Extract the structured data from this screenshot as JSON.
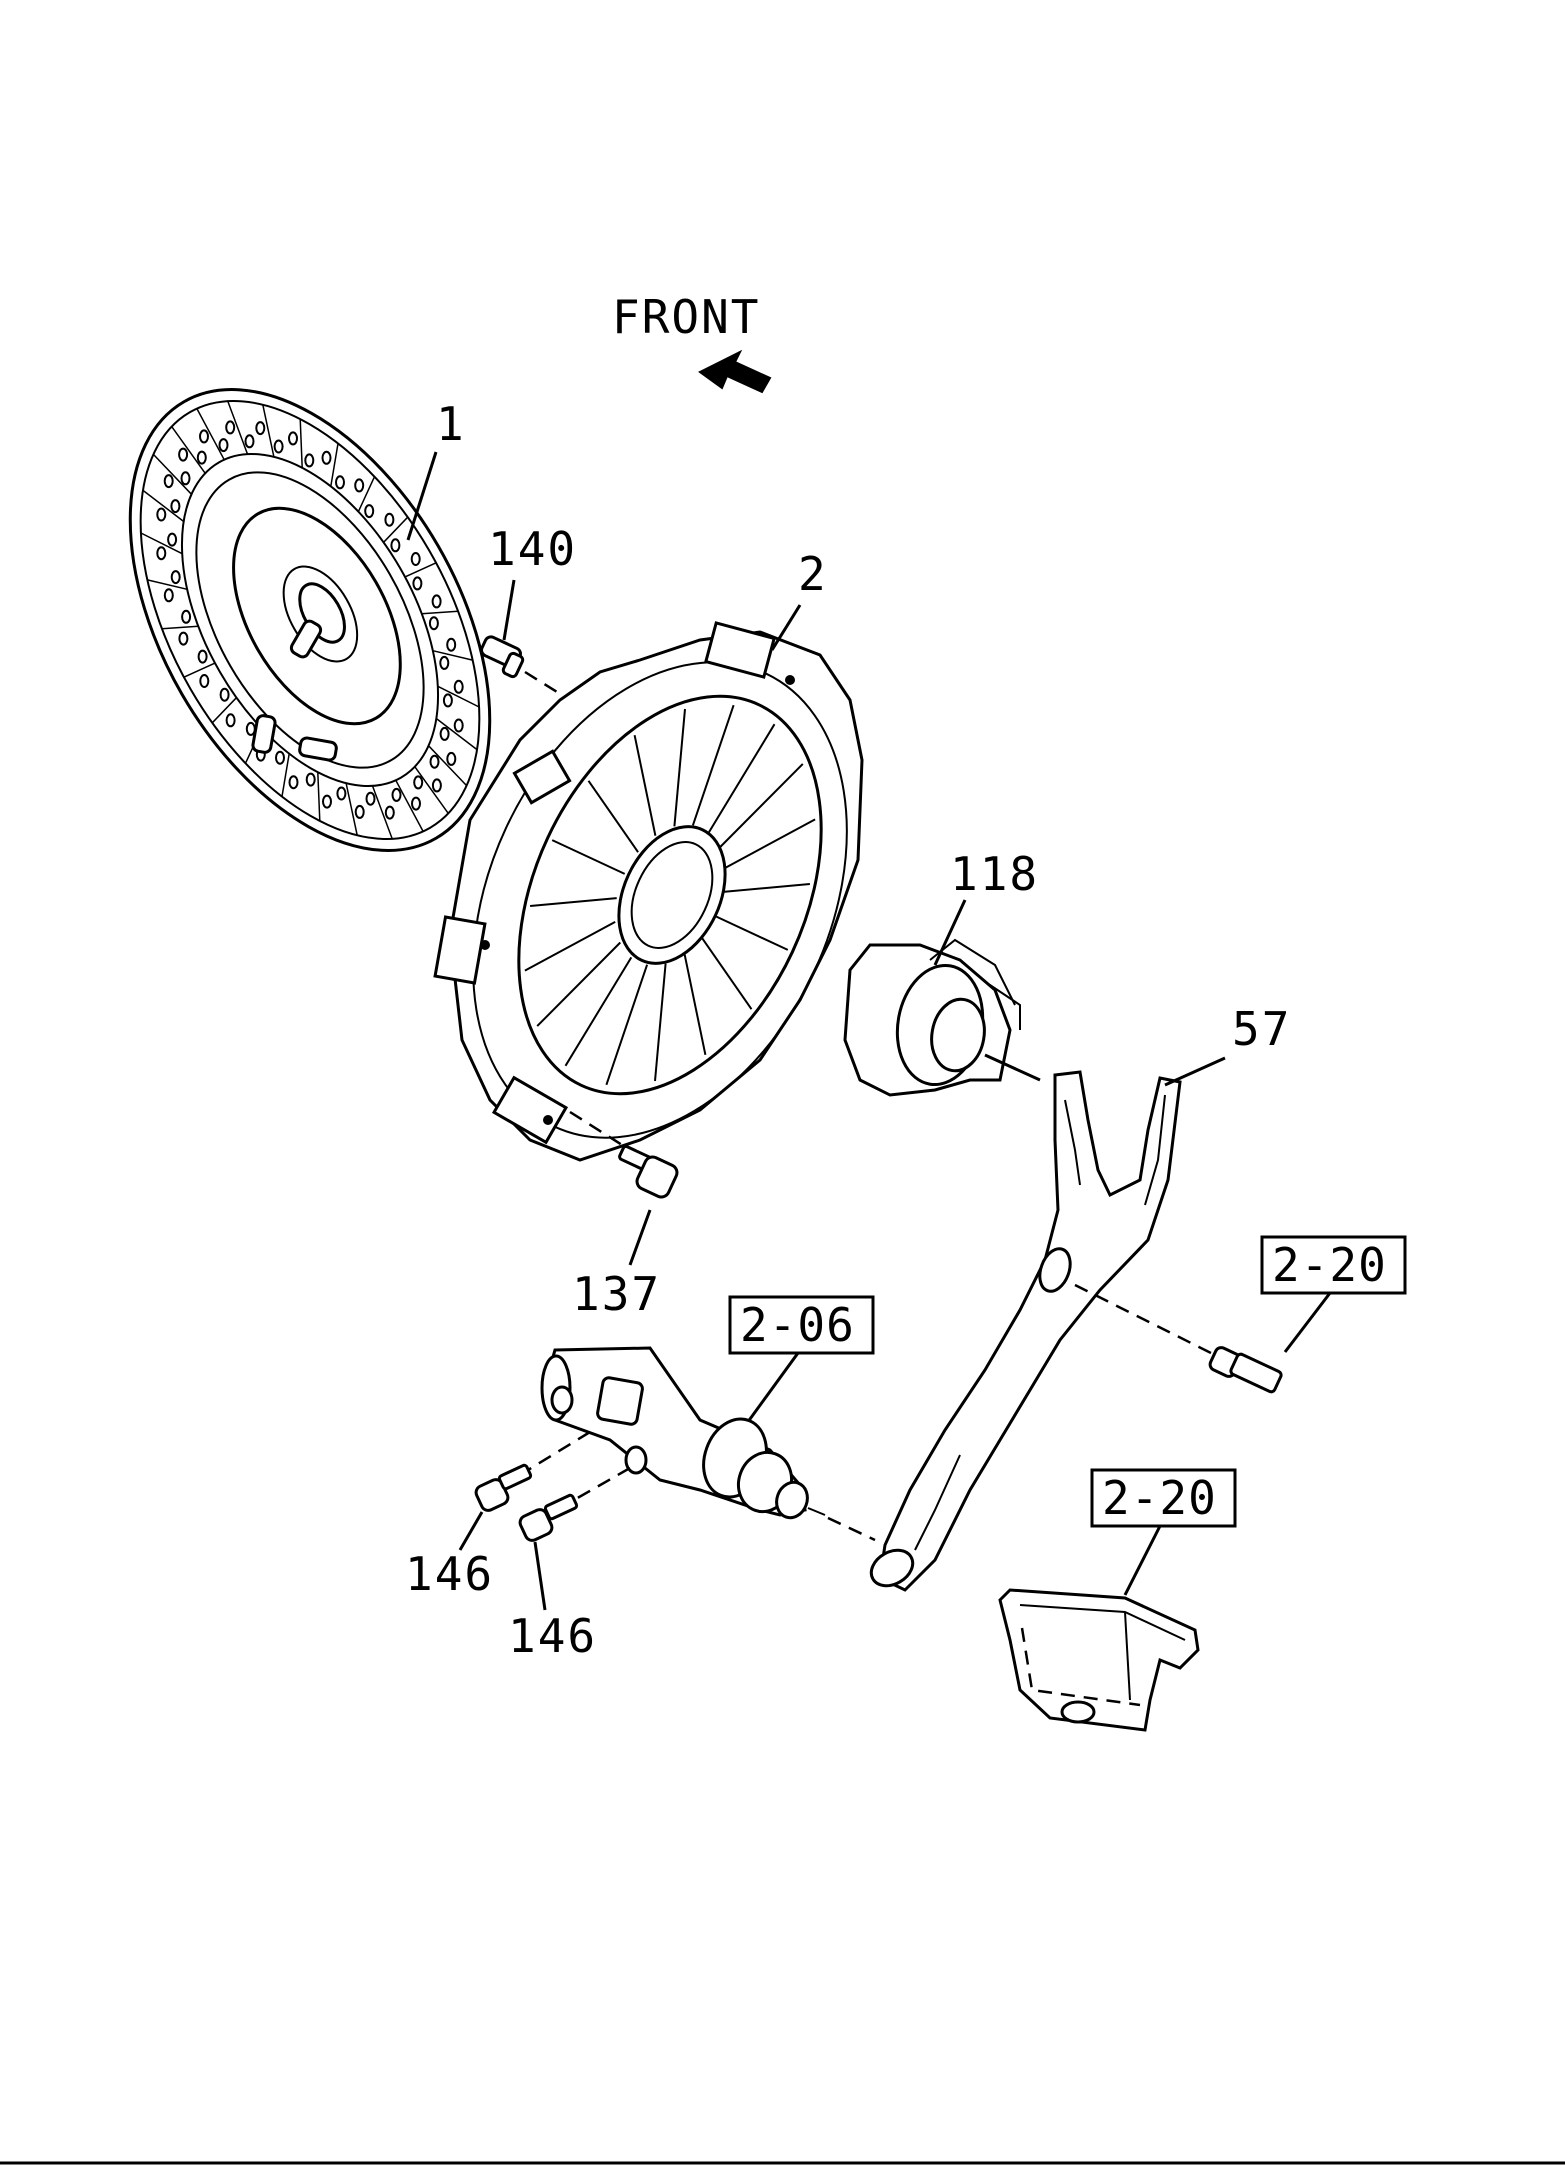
{
  "direction": {
    "label": "FRONT",
    "icon": "front-arrow-icon"
  },
  "parts": [
    {
      "id": "clutch-disc",
      "label": "1"
    },
    {
      "id": "pressure-plate",
      "label": "2"
    },
    {
      "id": "dowel-pin",
      "label": "140"
    },
    {
      "id": "release-bearing",
      "label": "118"
    },
    {
      "id": "release-fork",
      "label": "57"
    },
    {
      "id": "cover-bolt",
      "label": "137"
    },
    {
      "id": "cylinder-bolt-a",
      "label": "146"
    },
    {
      "id": "cylinder-bolt-b",
      "label": "146"
    }
  ],
  "references": [
    {
      "id": "slave-cylinder-ref",
      "label": "2-06"
    },
    {
      "id": "pivot-ref",
      "label": "2-20"
    },
    {
      "id": "boot-ref",
      "label": "2-20"
    }
  ],
  "colors": {
    "line": "#000000",
    "background": "#ffffff"
  }
}
